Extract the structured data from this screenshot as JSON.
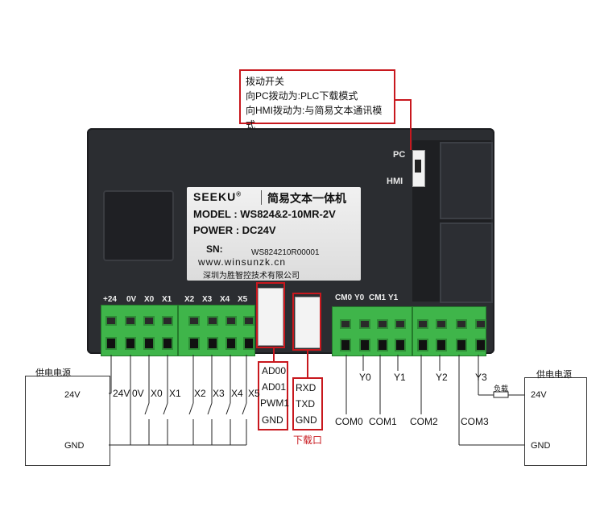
{
  "callout": {
    "line1": "拨动开关",
    "line2": "向PC拨动为:PLC下载模式",
    "line3": "向HMI拨动为:与简易文本通讯模式"
  },
  "switch_labels": {
    "pc": "PC",
    "hmi": "HMI"
  },
  "sticker": {
    "brand": "SEEKU",
    "brand_mark": "®",
    "product": "简易文本一体机",
    "model_label": "MODEL : WS824&2-10MR-2V",
    "power_label": "POWER : DC24V",
    "sn_label": "SN:",
    "sn_value": "WS824210R00001",
    "url": "www.winsunzk.cn",
    "company": "深圳为胜智控技术有限公司"
  },
  "terminals": {
    "left_a": [
      "+24",
      "0V",
      "X0",
      "X1"
    ],
    "left_b": [
      "X2",
      "X3",
      "X4",
      "X5"
    ],
    "right_a": [
      "CM0",
      "Y0",
      "CM1",
      "Y1"
    ]
  },
  "ports": {
    "analog": [
      "AD00",
      "AD01",
      "PWM1",
      "GND"
    ],
    "download": [
      "RXD",
      "TXD",
      "GND"
    ],
    "download_title": "下载口"
  },
  "wiring": {
    "left_psu_title": "供电电源",
    "left_psu_24v": "24V",
    "left_psu_gnd": "GND",
    "left_wires": [
      "24V",
      "0V",
      "X0",
      "X1",
      "X2",
      "X3",
      "X4",
      "X5"
    ],
    "outputs": [
      "Y0",
      "Y1",
      "Y2",
      "Y3"
    ],
    "commons": [
      "COM0",
      "COM1",
      "COM2",
      "COM3"
    ],
    "load_label": "负载",
    "right_psu_title": "供电电源",
    "right_psu_24v": "24V",
    "right_psu_gnd": "GND"
  },
  "colors": {
    "accent_red": "#c8181e",
    "terminal_green": "#3fb54a",
    "device_body": "#2b2d31"
  }
}
